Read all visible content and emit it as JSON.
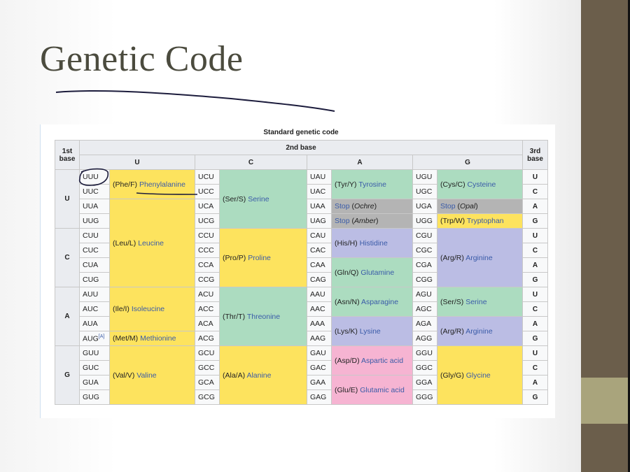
{
  "slide": {
    "title": "Genetic Code"
  },
  "table": {
    "caption": "Standard genetic code",
    "header": {
      "first_base": "1st base",
      "second_base": "2nd base",
      "third_base": "3rd base"
    },
    "bases": [
      "U",
      "C",
      "A",
      "G"
    ],
    "colors": {
      "nonpolar": "#fde35e",
      "polar": "#acdcc0",
      "stop": "#b4b4b4",
      "basic": "#bbbde4",
      "acidic": "#f6b4d2"
    },
    "columns": [
      {
        "codons": [
          "UUU",
          "UUC",
          "UUA",
          "UUG",
          "CUU",
          "CUC",
          "CUA",
          "CUG",
          "AUU",
          "AUC",
          "AUA",
          "AUG",
          "GUU",
          "GUC",
          "GUA",
          "GUG"
        ],
        "blocks": [
          {
            "abbr": "(Phe/F)",
            "name": "Phenylalanine",
            "span": 2,
            "kind": "nonpolar"
          },
          {
            "abbr": "(Leu/L)",
            "name": "Leucine",
            "span": 6,
            "kind": "nonpolar"
          },
          {
            "abbr": "(Ile/I)",
            "name": "Isoleucine",
            "span": 3,
            "kind": "nonpolar"
          },
          {
            "abbr": "(Met/M)",
            "name": "Methionine",
            "span": 1,
            "kind": "nonpolar"
          },
          {
            "abbr": "(Val/V)",
            "name": "Valine",
            "span": 4,
            "kind": "nonpolar"
          }
        ]
      },
      {
        "codons": [
          "UCU",
          "UCC",
          "UCA",
          "UCG",
          "CCU",
          "CCC",
          "CCA",
          "CCG",
          "ACU",
          "ACC",
          "ACA",
          "ACG",
          "GCU",
          "GCC",
          "GCA",
          "GCG"
        ],
        "blocks": [
          {
            "abbr": "(Ser/S)",
            "name": "Serine",
            "span": 4,
            "kind": "polar"
          },
          {
            "abbr": "(Pro/P)",
            "name": "Proline",
            "span": 4,
            "kind": "nonpolar"
          },
          {
            "abbr": "(Thr/T)",
            "name": "Threonine",
            "span": 4,
            "kind": "polar"
          },
          {
            "abbr": "(Ala/A)",
            "name": "Alanine",
            "span": 4,
            "kind": "nonpolar"
          }
        ]
      },
      {
        "codons": [
          "UAU",
          "UAC",
          "UAA",
          "UAG",
          "CAU",
          "CAC",
          "CAA",
          "CAG",
          "AAU",
          "AAC",
          "AAA",
          "AAG",
          "GAU",
          "GAC",
          "GAA",
          "GAG"
        ],
        "blocks": [
          {
            "abbr": "(Tyr/Y)",
            "name": "Tyrosine",
            "span": 2,
            "kind": "polar"
          },
          {
            "stop": "Stop",
            "note": "Ochre",
            "span": 1,
            "kind": "stop"
          },
          {
            "stop": "Stop",
            "note": "Amber",
            "span": 1,
            "kind": "stop"
          },
          {
            "abbr": "(His/H)",
            "name": "Histidine",
            "span": 2,
            "kind": "basic"
          },
          {
            "abbr": "(Gln/Q)",
            "name": "Glutamine",
            "span": 2,
            "kind": "polar"
          },
          {
            "abbr": "(Asn/N)",
            "name": "Asparagine",
            "span": 2,
            "kind": "polar"
          },
          {
            "abbr": "(Lys/K)",
            "name": "Lysine",
            "span": 2,
            "kind": "basic"
          },
          {
            "abbr": "(Asp/D)",
            "name": "Aspartic acid",
            "span": 2,
            "kind": "acidic"
          },
          {
            "abbr": "(Glu/E)",
            "name": "Glutamic acid",
            "span": 2,
            "kind": "acidic"
          }
        ]
      },
      {
        "codons": [
          "UGU",
          "UGC",
          "UGA",
          "UGG",
          "CGU",
          "CGC",
          "CGA",
          "CGG",
          "AGU",
          "AGC",
          "AGA",
          "AGG",
          "GGU",
          "GGC",
          "GGA",
          "GGG"
        ],
        "blocks": [
          {
            "abbr": "(Cys/C)",
            "name": "Cysteine",
            "span": 2,
            "kind": "polar"
          },
          {
            "stop": "Stop",
            "note": "Opal",
            "span": 1,
            "kind": "stop"
          },
          {
            "abbr": "(Trp/W)",
            "name": "Tryptophan",
            "span": 1,
            "kind": "nonpolar"
          },
          {
            "abbr": "(Arg/R)",
            "name": "Arginine",
            "span": 4,
            "kind": "basic"
          },
          {
            "abbr": "(Ser/S)",
            "name": "Serine",
            "span": 2,
            "kind": "polar"
          },
          {
            "abbr": "(Arg/R)",
            "name": "Arginine",
            "span": 2,
            "kind": "basic"
          },
          {
            "abbr": "(Gly/G)",
            "name": "Glycine",
            "span": 4,
            "kind": "nonpolar"
          }
        ]
      }
    ],
    "footnote": {
      "codon": "AUG",
      "mark": "[A]"
    }
  }
}
